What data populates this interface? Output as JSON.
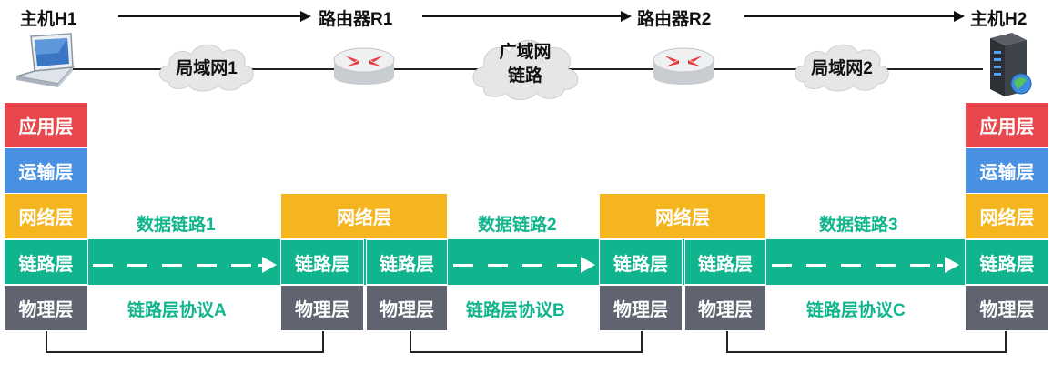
{
  "nodes": {
    "h1": "主机H1",
    "r1": "路由器R1",
    "r2": "路由器R2",
    "h2": "主机H2"
  },
  "networks": {
    "lan1": "局域网1",
    "wan_line1": "广域网",
    "wan_line2": "链路",
    "lan2": "局域网2"
  },
  "layers": {
    "application": "应用层",
    "transport": "运输层",
    "network": "网络层",
    "link": "链路层",
    "physical": "物理层"
  },
  "data_links": {
    "dl1": "数据链路1",
    "dl2": "数据链路2",
    "dl3": "数据链路3"
  },
  "protocols": {
    "a": "链路层协议A",
    "b": "链路层协议B",
    "c": "链路层协议C"
  },
  "colors": {
    "application": "#e8474b",
    "transport": "#4a90e2",
    "network": "#f5b51e",
    "link": "#11b58d",
    "physical": "#5f6470",
    "accent_text": "#11b58d"
  },
  "icons": {
    "h1": "laptop-icon",
    "r1": "router-icon",
    "r2": "router-icon",
    "h2": "server-icon",
    "clouds": "cloud-icon"
  }
}
